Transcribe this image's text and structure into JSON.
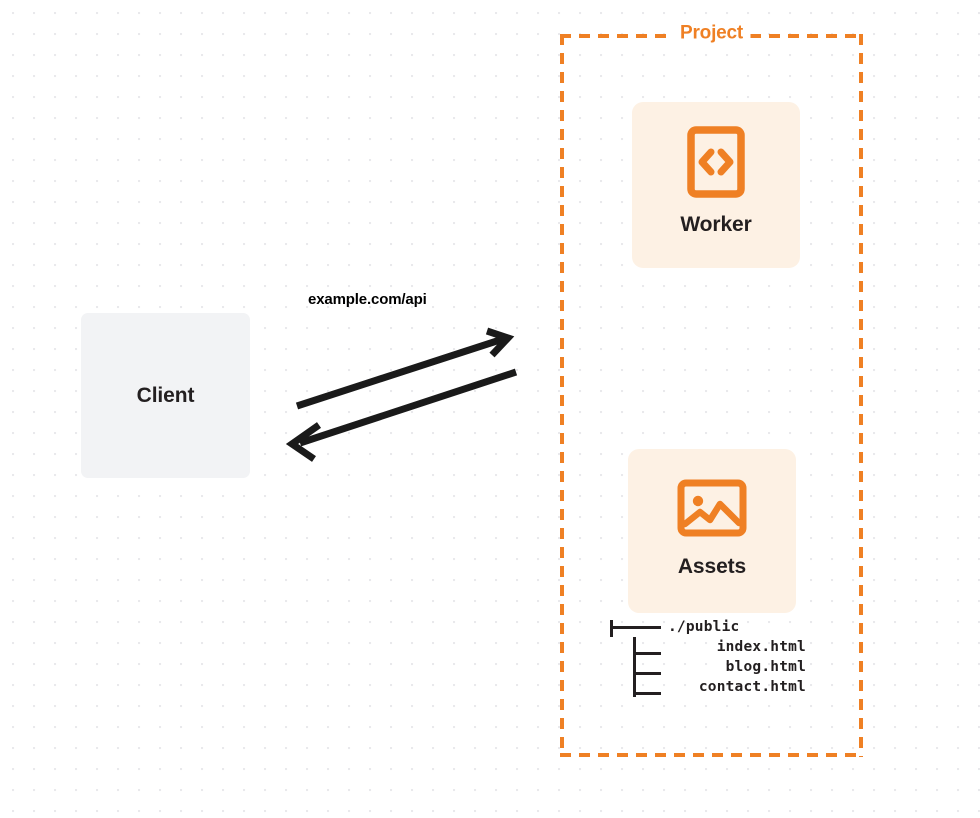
{
  "diagram": {
    "title_visible": false,
    "colors": {
      "accent_orange": "#ef8024",
      "card_cream": "#fdf1e4",
      "client_gray": "#f2f3f5",
      "text_dark": "#231f20",
      "grid_dot": "#e9e9ec"
    }
  },
  "client": {
    "label": "Client"
  },
  "connection": {
    "label": "example.com/api",
    "request_arrow": "arrow-right-up",
    "response_arrow": "arrow-left-down"
  },
  "project": {
    "label": "Project",
    "services": [
      {
        "label": "Worker",
        "icon": "code-brackets-icon"
      },
      {
        "label": "Assets",
        "icon": "image-picture-icon"
      }
    ],
    "file_tree": [
      {
        "glyph": "tee-branch",
        "name": "./public"
      },
      {
        "glyph": "child-branch",
        "name": "index.html"
      },
      {
        "glyph": "child-branch",
        "name": "blog.html"
      },
      {
        "glyph": "child-branch",
        "name": "contact.html"
      }
    ]
  }
}
